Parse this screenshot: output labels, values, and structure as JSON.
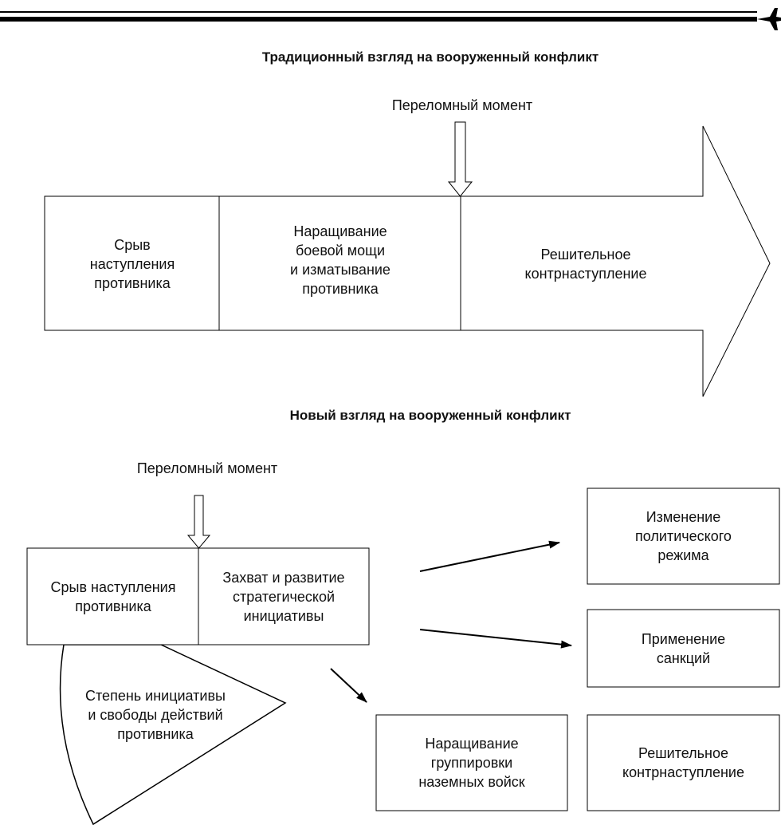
{
  "header": {
    "icon": "plane-icon"
  },
  "traditional": {
    "title": "Традиционный взгляд на вооруженный конфликт",
    "turning_point": "Переломный момент",
    "phases": [
      [
        "Срыв",
        "наступления",
        "противника"
      ],
      [
        "Наращивание",
        "боевой мощи",
        "и изматывание",
        "противника"
      ],
      [
        "Решительное",
        "контрнаступление"
      ]
    ]
  },
  "new_view": {
    "title": "Новый взгляд на вооруженный конфликт",
    "turning_point": "Переломный момент",
    "left_box": [
      "Срыв наступления",
      "противника"
    ],
    "right_box": [
      "Захват и развитие",
      "стратегической",
      "инициативы"
    ],
    "sector": [
      "Степень инициативы",
      "и свободы действий",
      "противника"
    ],
    "outcomes": [
      [
        "Изменение",
        "политического",
        "режима"
      ],
      [
        "Применение",
        "санкций"
      ],
      [
        "Наращивание",
        "группировки",
        "наземных войск"
      ],
      [
        "Решительное",
        "контрнаступление"
      ]
    ]
  }
}
